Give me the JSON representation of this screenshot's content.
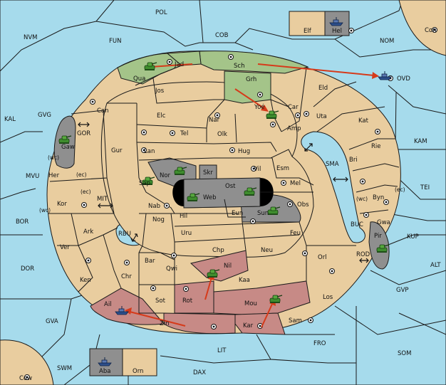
{
  "colors": {
    "sea": "#a6dbec",
    "land": "#e9cd9f",
    "power_green": "#a4c489",
    "power_red": "#c78a86",
    "power_grey": "#8f8f8f",
    "order_arrow": "#d63a1a"
  },
  "sea_labels": [
    "POL",
    "NVM",
    "FUN",
    "COB",
    "NOM",
    "Con",
    "OVD",
    "KAL",
    "GVG",
    "GOR",
    "KAM",
    "SMA",
    "TEI",
    "MVU",
    "MIT",
    "BOR",
    "RBU",
    "BUC",
    "KUP",
    "DOR",
    "ROD",
    "ALT",
    "GVP",
    "GVA",
    "FRO",
    "SOM",
    "LIT",
    "SWM",
    "DAX",
    "Cow"
  ],
  "land_labels": [
    "Elf",
    "Hel",
    "Jad",
    "Qua",
    "Sch",
    "Jos",
    "Grh",
    "Eld",
    "Can",
    "Yoé",
    "Car",
    "Uta",
    "Elc",
    "Nar",
    "Amp",
    "Kat",
    "Tel",
    "Olk",
    "Gaw",
    "Gur",
    "Lan",
    "Hug",
    "Rie",
    "Bri",
    "Vil",
    "Esm",
    "Nor",
    "Skr",
    "Ost",
    "Mel",
    "Sap",
    "Web",
    "Byn",
    "Her",
    "Kor",
    "Nab",
    "Hil",
    "Eun",
    "Sun",
    "Obs",
    "Gwa",
    "Ark",
    "Nog",
    "Pir",
    "Uru",
    "Feu",
    "Ver",
    "Chp",
    "Neu",
    "Bar",
    "Qwi",
    "Nil",
    "Orl",
    "Ken",
    "Chr",
    "Kaa",
    "Sot",
    "Rot",
    "Mou",
    "Los",
    "Ail",
    "Zin",
    "Kar",
    "Sam",
    "Aba",
    "Orn"
  ],
  "coast_tags": [
    "(wc)",
    "(ec)",
    "(ec)",
    "(wc)",
    "(ec)",
    "(wc)"
  ],
  "units": [
    {
      "province": "Gaw",
      "type": "army",
      "owner": "green"
    },
    {
      "province": "Nor",
      "type": "army",
      "owner": "green"
    },
    {
      "province": "Sap",
      "type": "army",
      "owner": "green"
    },
    {
      "province": "Web",
      "type": "army",
      "owner": "green"
    },
    {
      "province": "Ost",
      "type": "army",
      "owner": "green"
    },
    {
      "province": "Sun",
      "type": "army",
      "owner": "green"
    },
    {
      "province": "Pir",
      "type": "army",
      "owner": "green"
    },
    {
      "province": "Jad",
      "type": "army",
      "owner": "green"
    },
    {
      "province": "Yoé",
      "type": "army",
      "owner": "green"
    },
    {
      "province": "Nil",
      "type": "army",
      "owner": "green"
    },
    {
      "province": "Mou",
      "type": "army",
      "owner": "green"
    },
    {
      "province": "Hel",
      "type": "fleet",
      "owner": "blue"
    },
    {
      "province": "OVD",
      "type": "fleet",
      "owner": "blue"
    },
    {
      "province": "Ail",
      "type": "fleet",
      "owner": "blue"
    },
    {
      "province": "Aba",
      "type": "fleet",
      "owner": "blue"
    }
  ],
  "orders": [
    {
      "from": "Jad",
      "to": "Qua"
    },
    {
      "from": "Sch",
      "to": "OVD"
    },
    {
      "from": "Grh",
      "to": "Yoé"
    },
    {
      "from": "Rot",
      "to": "Nil"
    },
    {
      "from": "Kar",
      "to": "Mou"
    },
    {
      "from": "Zin",
      "to": "Ail"
    }
  ],
  "supply_centers": [
    "Jad",
    "Sch",
    "Grh",
    "Can",
    "Car",
    "Elc",
    "Tel",
    "Lan",
    "Amp",
    "Kat",
    "Gaw",
    "Hug",
    "Bri",
    "Vil",
    "Nor",
    "Byn",
    "Kor",
    "Nab",
    "Sun",
    "Obs",
    "Pir",
    "Gwa",
    "Ark",
    "Ver",
    "Neu",
    "Qwi",
    "Nil",
    "Orl",
    "Ken",
    "Sot",
    "Rot",
    "Kaa",
    "Mou",
    "Zin",
    "Kar",
    "Sam",
    "Con",
    "OVD",
    "Cow",
    "Hel"
  ]
}
